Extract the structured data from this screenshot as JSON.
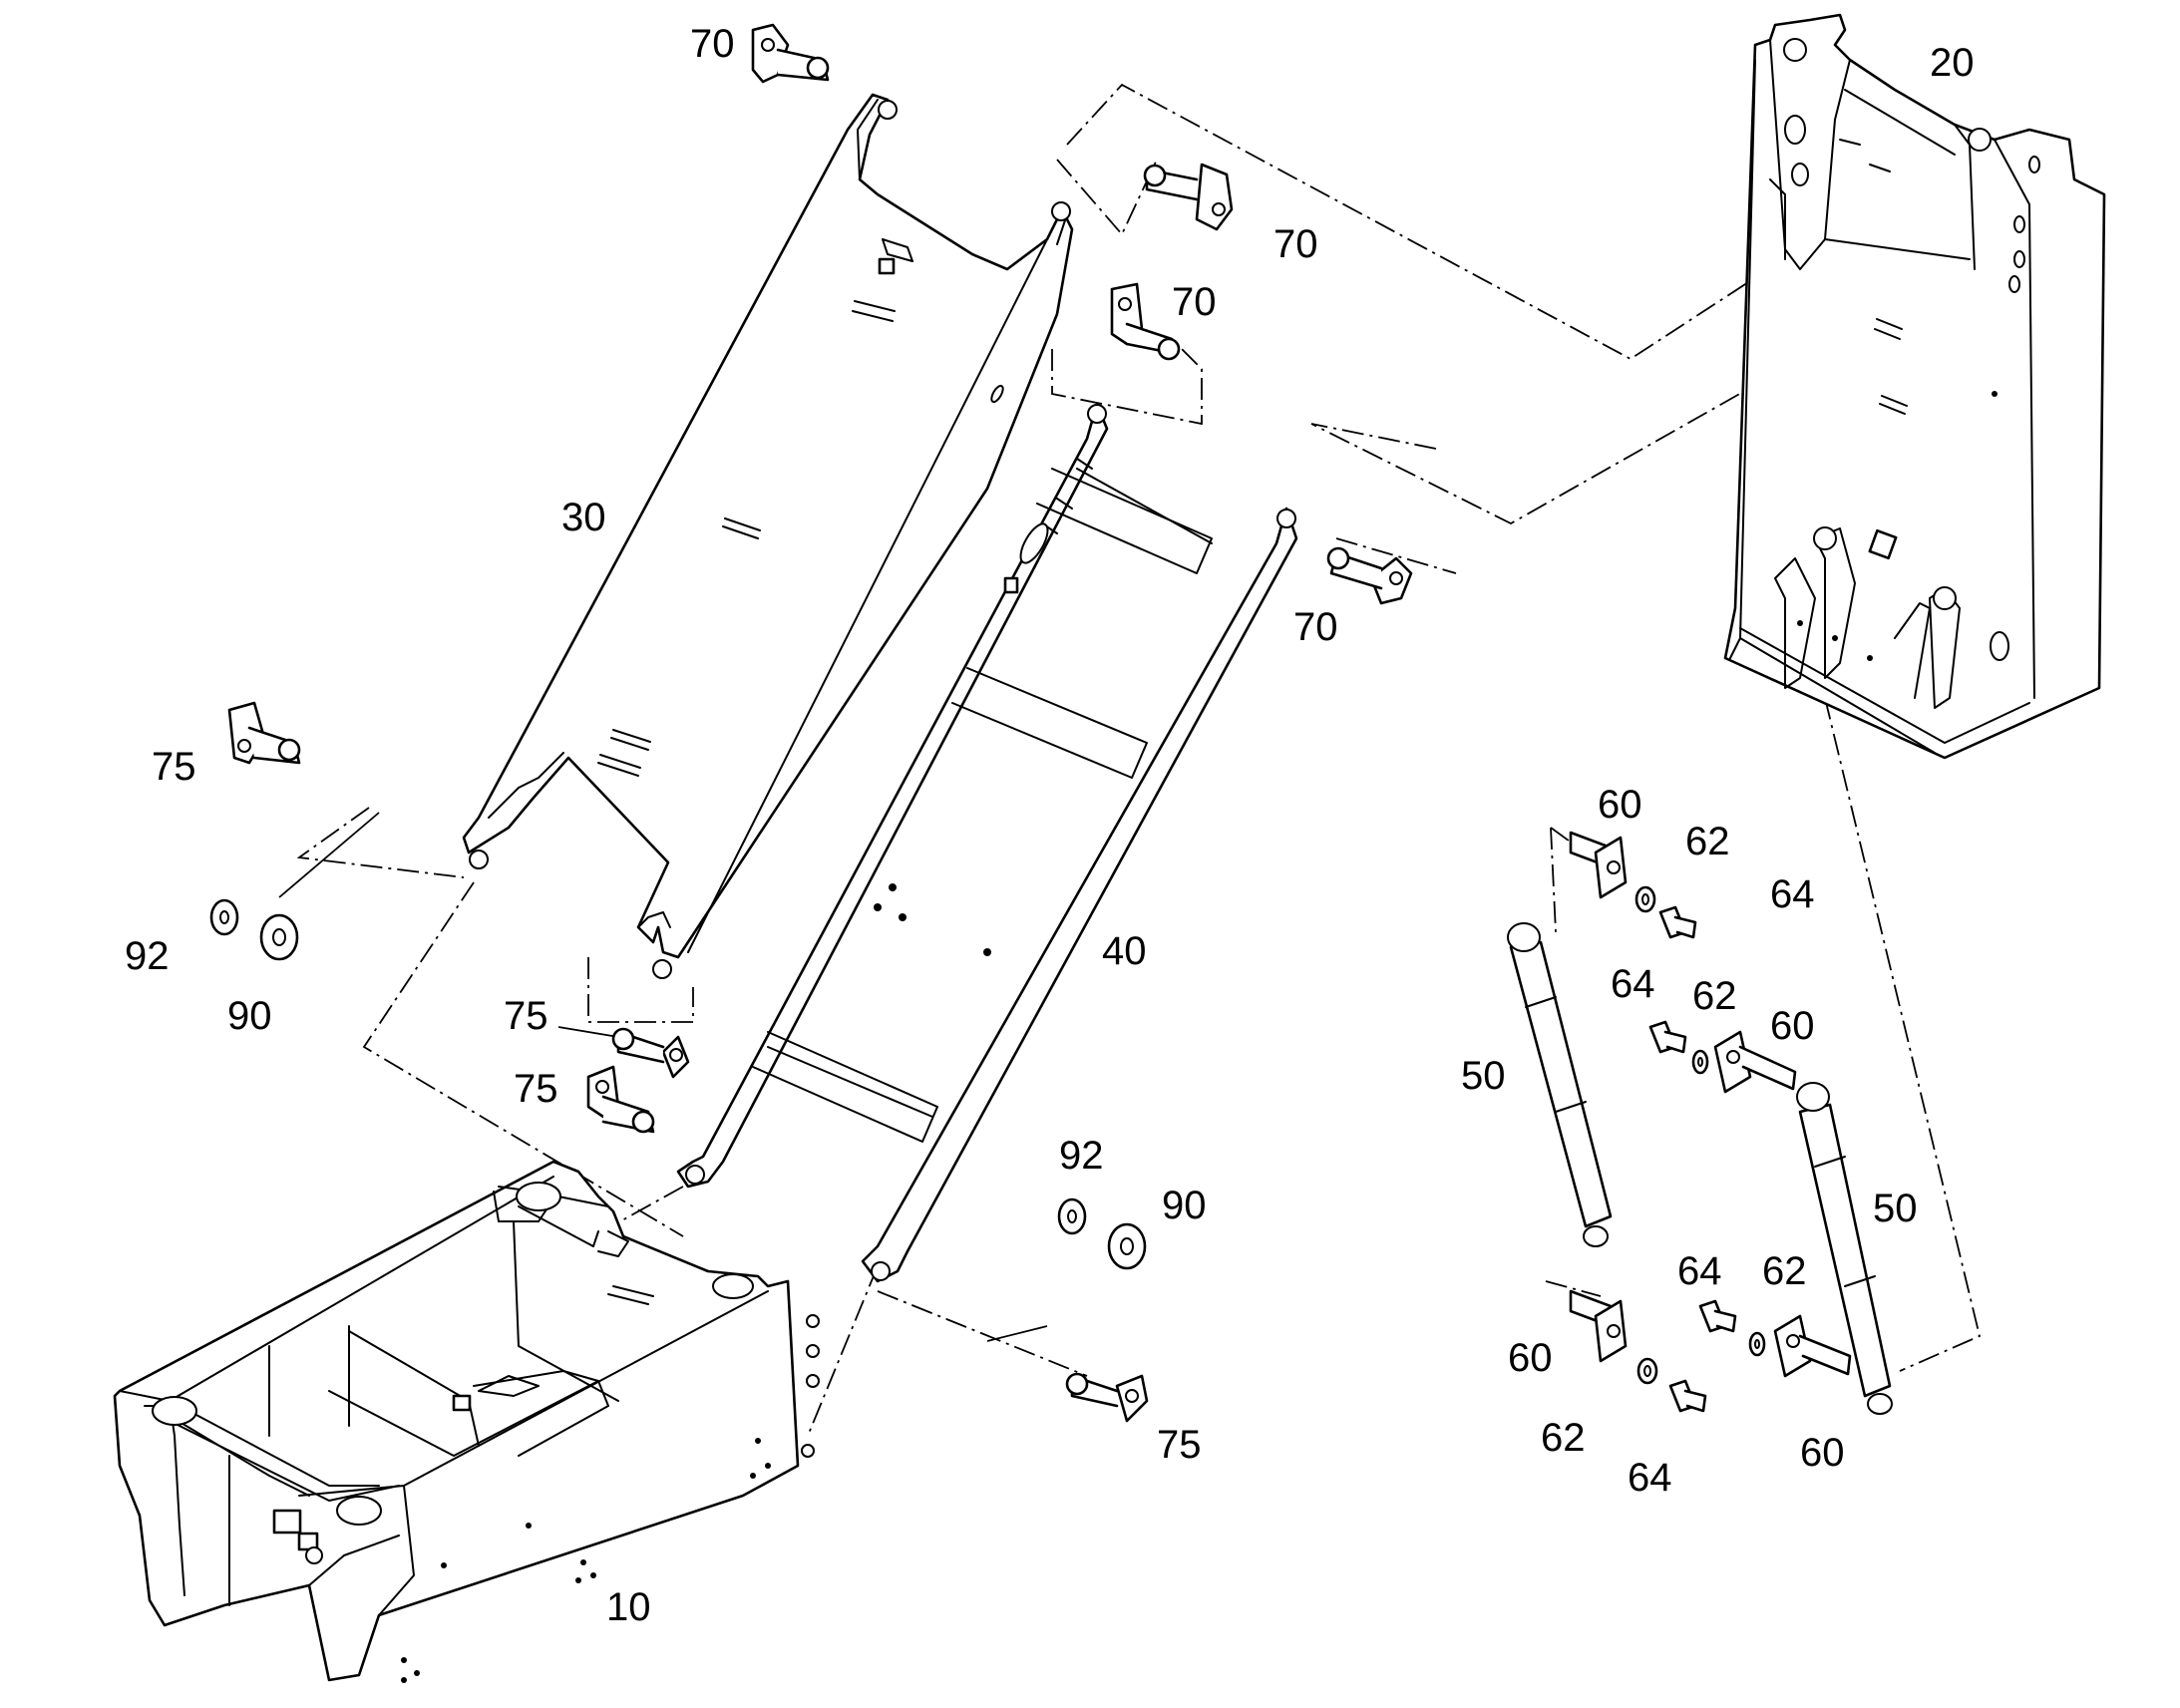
{
  "callouts": {
    "c10": "10",
    "c20": "20",
    "c30": "30",
    "c40": "40",
    "c50a": "50",
    "c50b": "50",
    "c60a": "60",
    "c60b": "60",
    "c60c": "60",
    "c60d": "60",
    "c62a": "62",
    "c62b": "62",
    "c62c": "62",
    "c62d": "62",
    "c64a": "64",
    "c64b": "64",
    "c64c": "64",
    "c64d": "64",
    "c70a": "70",
    "c70b": "70",
    "c70c": "70",
    "c70d": "70",
    "c75a": "75",
    "c75b": "75",
    "c75c": "75",
    "c75d": "75",
    "c90a": "90",
    "c90b": "90",
    "c92a": "92",
    "c92b": "92"
  }
}
